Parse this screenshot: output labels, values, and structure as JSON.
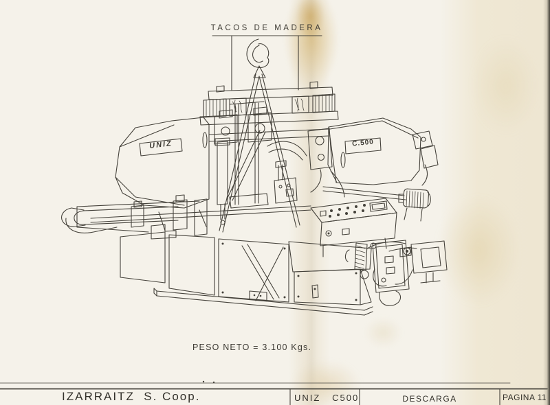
{
  "page": {
    "paper_color": "#f5f2ea",
    "ink_color": "#45423b",
    "stain_color": "#cda550"
  },
  "drawing": {
    "lifting_label": "TACOS DE MADERA",
    "brand_plate": "UNIZ",
    "model_plate": "C.500",
    "weight_note": "PESO NETO = 3.100 Kgs."
  },
  "title_block": {
    "company": "IZARRAITZ  S. Coop.",
    "machine": "UNIZ   C500",
    "section": "DESCARGA",
    "page_number": "PAGINA 11"
  }
}
